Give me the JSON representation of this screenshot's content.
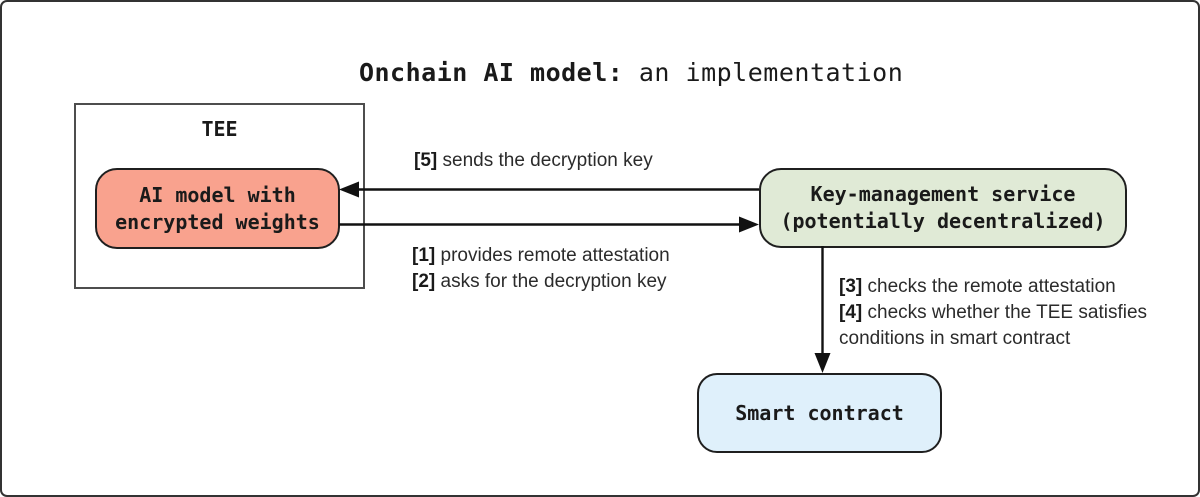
{
  "title": {
    "bold": "Onchain AI model:",
    "regular": " an implementation"
  },
  "tee_box": {
    "label": "TEE"
  },
  "ai_model_box": {
    "line1": "AI model with",
    "line2": "encrypted weights"
  },
  "key_management_box": {
    "line1": "Key-management service",
    "line2": "(potentially decentralized)"
  },
  "smart_contract_box": {
    "label": "Smart contract"
  },
  "annotations": {
    "send_key": {
      "num": "[5]",
      "text": " sends the decryption key"
    },
    "remote_attestation": {
      "num": "[1]",
      "text": " provides remote attestation"
    },
    "ask_key": {
      "num": "[2]",
      "text": " asks for the decryption key"
    },
    "check_attestation": {
      "num": "[3]",
      "text": " checks the remote attestation"
    },
    "check_conditions": {
      "num": "[4]",
      "text": " checks whether the TEE satisfies"
    },
    "check_conditions_cont": {
      "text": "conditions in smart contract"
    }
  },
  "colors": {
    "ai_model_fill": "#F9A28E",
    "key_management_fill": "#E0EAD6",
    "smart_contract_fill": "#DFF0FB",
    "arrow": "#111111",
    "frame_border": "#333333"
  }
}
